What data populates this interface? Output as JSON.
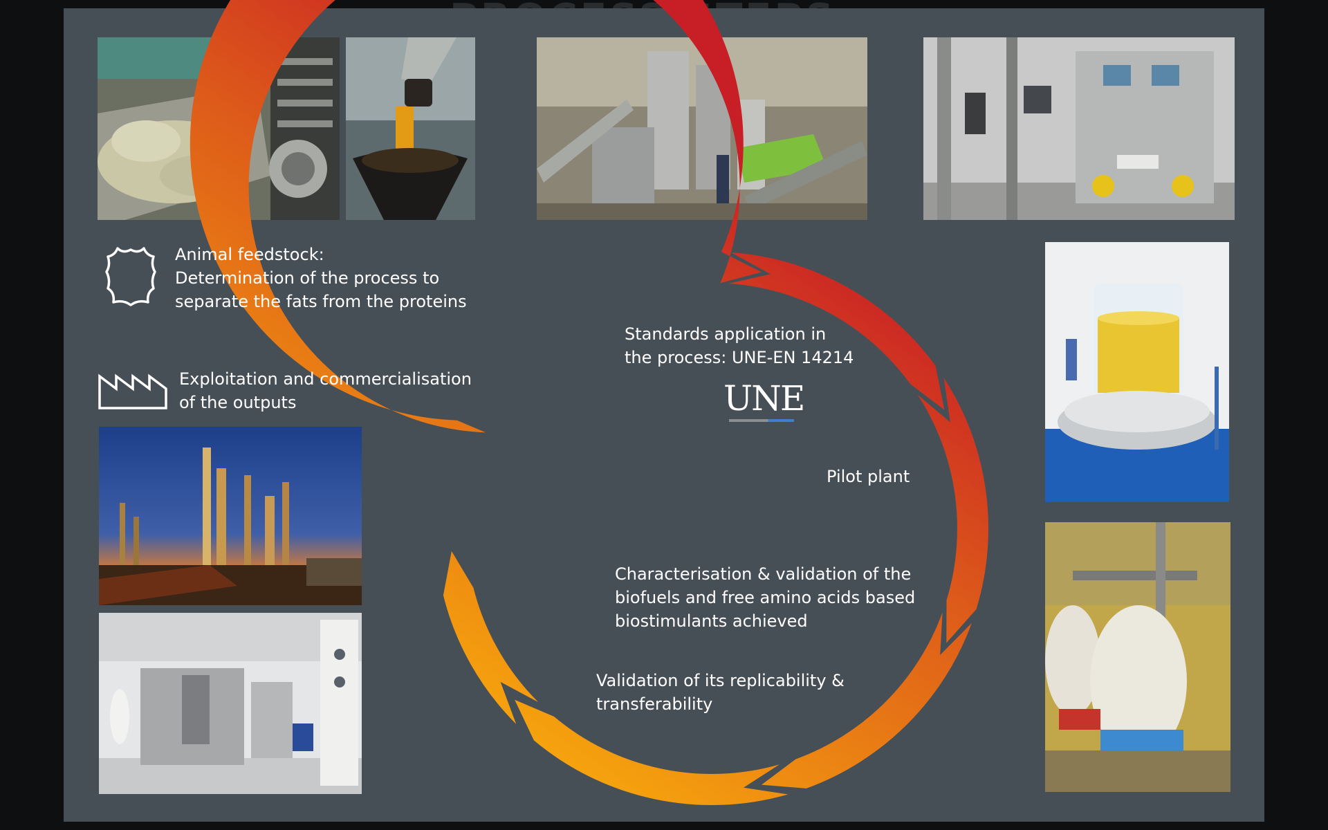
{
  "colors": {
    "panel": "#474f56",
    "arc_start": "#c81e25",
    "arc_end": "#f7a60d",
    "text": "#ffffff"
  },
  "feedstock": {
    "icon": "leather-hide-icon",
    "line1": "Animal feedstock:",
    "line2": "Determination of the process to",
    "line3": "separate the fats from the proteins"
  },
  "exploitation": {
    "icon": "factory-roof-icon",
    "line1": "Exploitation and commercialisation",
    "line2": "of the outputs"
  },
  "standards": {
    "line1": "Standards application in",
    "line2": "the process: UNE-EN 14214",
    "logo_text": "UNE"
  },
  "pilot": {
    "label": "Pilot plant"
  },
  "characterisation": {
    "line1": "Characterisation & validation of the",
    "line2": "biofuels and free amino acids based",
    "line3": "biostimulants achieved"
  },
  "validation": {
    "line1": "Validation of its replicability &",
    "line2": "transferability"
  }
}
